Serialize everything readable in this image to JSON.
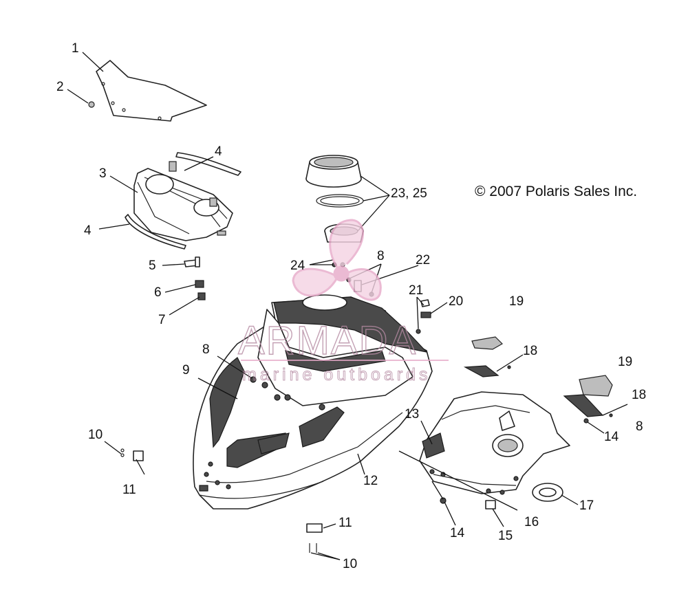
{
  "copyright": "© 2007 Polaris Sales Inc.",
  "watermark": {
    "brand": "ARMADA",
    "tagline": "marine outboards",
    "color": "#e7a9c9"
  },
  "callouts": {
    "c1": "1",
    "c2": "2",
    "c3": "3",
    "c4a": "4",
    "c4b": "4",
    "c5": "5",
    "c6": "6",
    "c7": "7",
    "c8a": "8",
    "c8b": "8",
    "c8c": "8",
    "c9": "9",
    "c10a": "10",
    "c10b": "10",
    "c11a": "11",
    "c11b": "11",
    "c12": "12",
    "c13": "13",
    "c14a": "14",
    "c14b": "14",
    "c15": "15",
    "c16": "16",
    "c17": "17",
    "c18a": "18",
    "c18b": "18",
    "c19a": "19",
    "c19b": "19",
    "c20": "20",
    "c21": "21",
    "c22": "22",
    "c23": "23, 25",
    "c24": "24"
  }
}
